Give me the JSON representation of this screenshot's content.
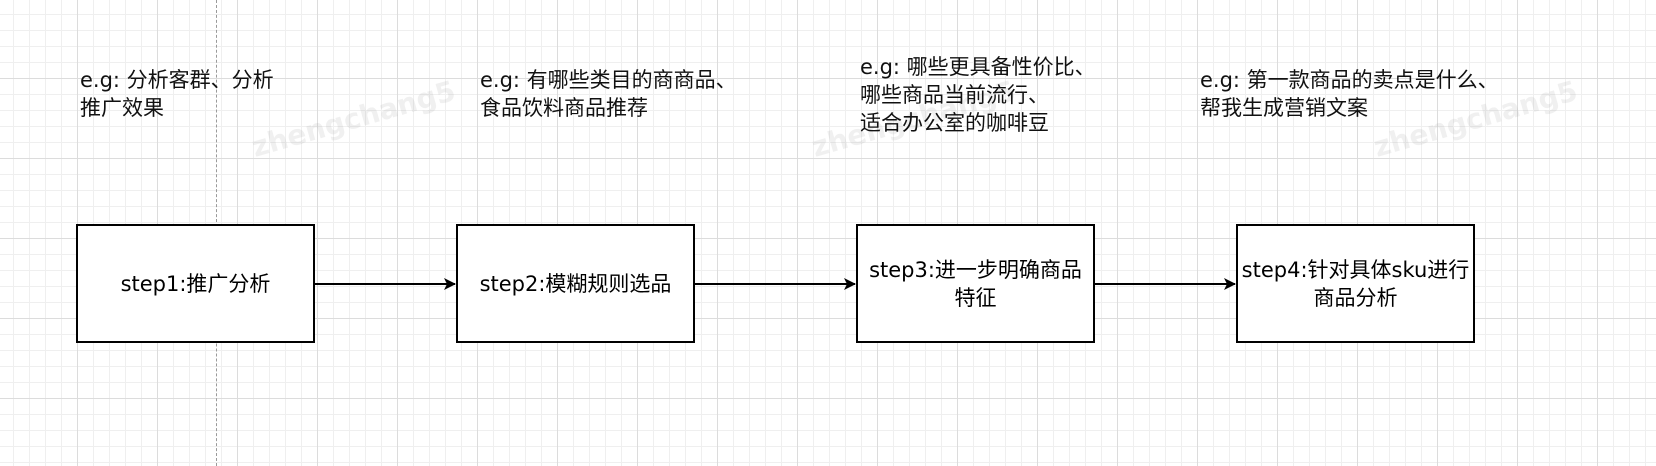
{
  "watermark": "zhengchang5",
  "examples": [
    {
      "lines": [
        "e.g: 分析客群、分析",
        "推广效果"
      ]
    },
    {
      "lines": [
        "e.g: 有哪些类目的商商品、",
        "食品饮料商品推荐"
      ]
    },
    {
      "lines": [
        "e.g: 哪些更具备性价比、",
        "哪些商品当前流行、",
        "适合办公室的咖啡豆"
      ]
    },
    {
      "lines": [
        "e.g: 第一款商品的卖点是什么、",
        "帮我生成营销文案"
      ]
    }
  ],
  "steps": [
    {
      "label": "step1:推广分析"
    },
    {
      "label": "step2:模糊规则选品"
    },
    {
      "label": "step3:进一步明确商品特征"
    },
    {
      "label": "step4:针对具体sku进行商品分析"
    }
  ],
  "colors": {
    "stroke": "#000000",
    "grid": "#dcdcdc",
    "background": "#ffffff"
  }
}
